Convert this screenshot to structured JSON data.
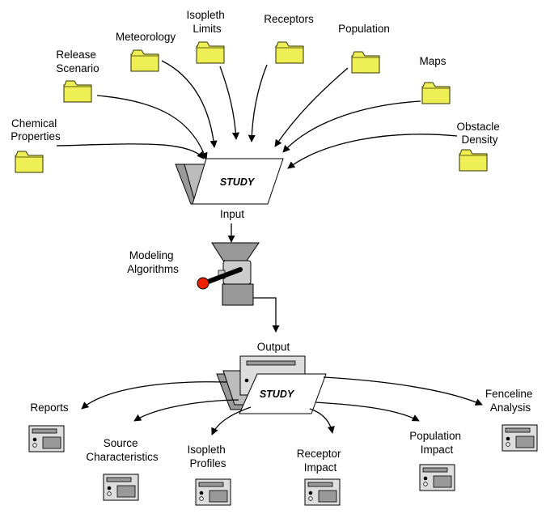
{
  "inputs": {
    "chemical_properties": [
      "Chemical",
      "Properties"
    ],
    "release_scenario": [
      "Release",
      "Scenario"
    ],
    "meteorology": [
      "Meteorology"
    ],
    "isopleth_limits": [
      "Isopleth",
      "Limits"
    ],
    "receptors": [
      "Receptors"
    ],
    "population": [
      "Population"
    ],
    "maps": [
      "Maps"
    ],
    "obstacle_density": [
      "Obstacle",
      "Density"
    ]
  },
  "study_input": {
    "label": "STUDY",
    "caption": "Input"
  },
  "modeling": {
    "label": [
      "Modeling",
      "Algorithms"
    ]
  },
  "study_output": {
    "label": "STUDY",
    "caption": "Output"
  },
  "outputs": {
    "reports": [
      "Reports"
    ],
    "source_characteristics": [
      "Source",
      "Characteristics"
    ],
    "isopleth_profiles": [
      "Isopleth",
      "Profiles"
    ],
    "receptor_impact": [
      "Receptor",
      "Impact"
    ],
    "population_impact": [
      "Population",
      "Impact"
    ],
    "fenceline_analysis": [
      "Fenceline",
      "Analysis"
    ]
  },
  "colors": {
    "folder_fill": "#eeee55",
    "folder_stroke": "#333300",
    "hopper_gray": "#999999",
    "machine_light": "#cccccc",
    "knob_red": "#ee2200",
    "monitor_fill": "#dddddd"
  }
}
